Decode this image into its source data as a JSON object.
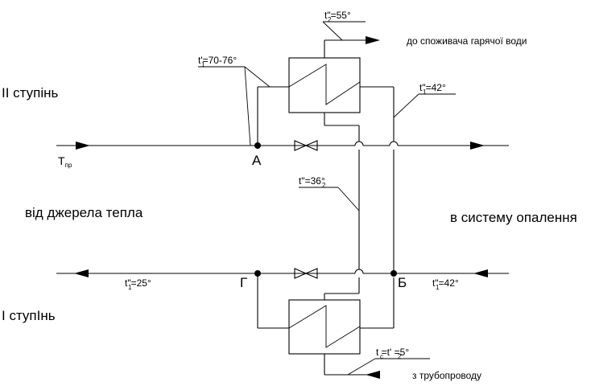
{
  "labels": {
    "stage2": "II ступінь",
    "stage1": "I ступІнь",
    "from_source": "від джерела тепла",
    "to_heating": "в систему опалення",
    "to_consumer": "до споживача гарячої води",
    "from_pipeline": "з трубопроводу",
    "node_a": "А",
    "node_b": "Б",
    "node_g": "Г"
  },
  "temps": {
    "t_pr": {
      "main": "T",
      "sub": "пр"
    },
    "t2_out": {
      "main": "t\"=55°",
      "sub": "2"
    },
    "t1_in": {
      "main": "t'=70-76°",
      "sub": "1"
    },
    "t1_mid": {
      "main": "t\"=42°",
      "sub": "1"
    },
    "t_mix": {
      "main": "t\"=36°",
      "sub": "2"
    },
    "t1_out": {
      "main": "t\"=25°",
      "sub": "1"
    },
    "t1_ret": {
      "main": "t\"=42°",
      "sub": "1"
    },
    "tc": {
      "main": "t =t' =5°",
      "sub1": "c",
      "sub2": "2"
    }
  }
}
